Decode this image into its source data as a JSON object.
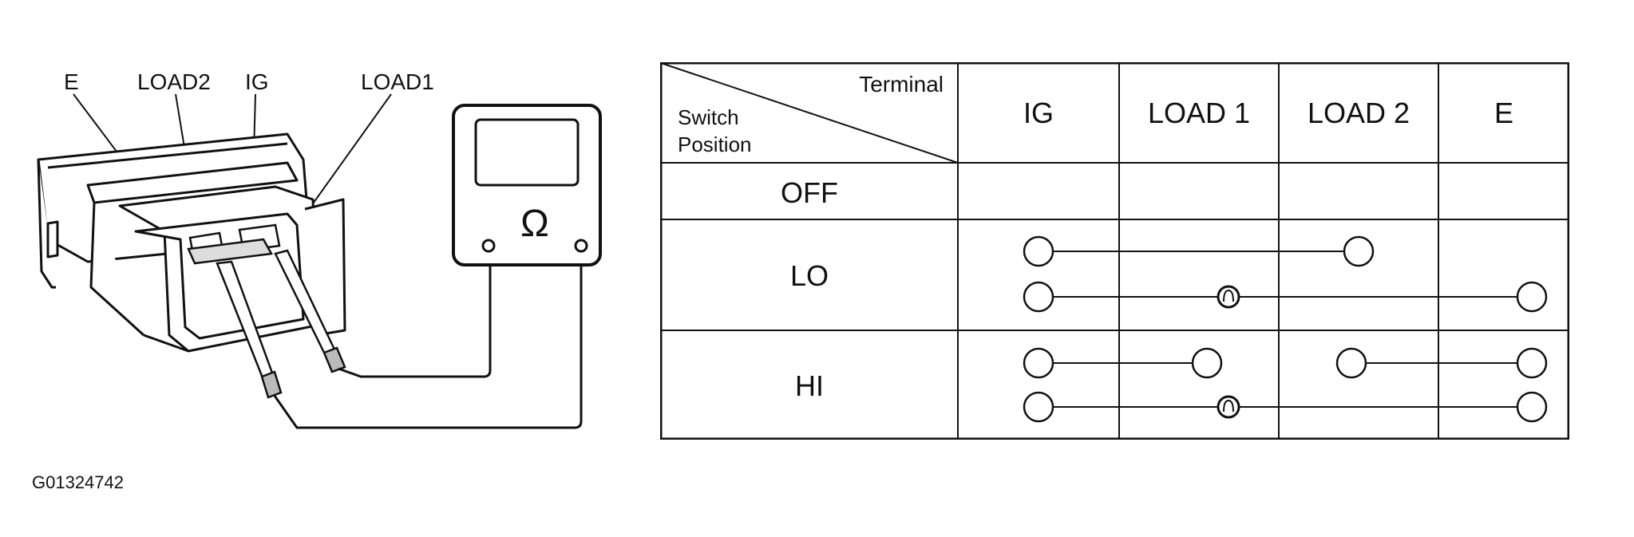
{
  "figure_id": "G01324742",
  "connector_labels": {
    "e": "E",
    "load2": "LOAD2",
    "ig": "IG",
    "load1": "LOAD1"
  },
  "meter": {
    "symbol": "Ω"
  },
  "table": {
    "corner_top": "Terminal",
    "corner_bottom_line1": "Switch",
    "corner_bottom_line2": "Position",
    "columns": [
      "IG",
      "LOAD 1",
      "LOAD 2",
      "E"
    ],
    "rows": [
      {
        "label": "OFF",
        "connections": []
      },
      {
        "label": "LO",
        "connections": [
          {
            "from": "IG",
            "to": "LOAD 2",
            "via": ""
          },
          {
            "from": "IG",
            "to": "E",
            "via": "LOAD 1 (bulb)"
          }
        ]
      },
      {
        "label": "HI",
        "connections": [
          {
            "from": "IG",
            "to": "LOAD 1",
            "via": ""
          },
          {
            "from": "LOAD 2",
            "to": "E",
            "via": ""
          },
          {
            "from": "IG",
            "to": "E",
            "via": "LOAD 1 (bulb)"
          }
        ]
      }
    ]
  }
}
